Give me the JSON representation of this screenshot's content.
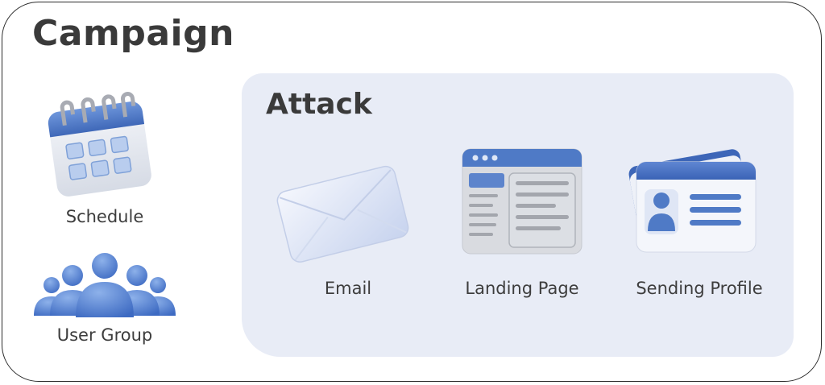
{
  "title": "Campaign",
  "sidebar": {
    "items": [
      {
        "label": "Schedule",
        "icon": "calendar-icon"
      },
      {
        "label": "User Group",
        "icon": "users-icon"
      }
    ]
  },
  "attack": {
    "title": "Attack",
    "items": [
      {
        "label": "Email",
        "icon": "envelope-icon"
      },
      {
        "label": "Landing Page",
        "icon": "webpage-icon"
      },
      {
        "label": "Sending Profile",
        "icon": "id-card-icon"
      }
    ]
  },
  "colors": {
    "accent": "#4a77c4",
    "panel": "#e8ecf6",
    "border": "#2b2b2b",
    "text": "#3a3a3a"
  }
}
